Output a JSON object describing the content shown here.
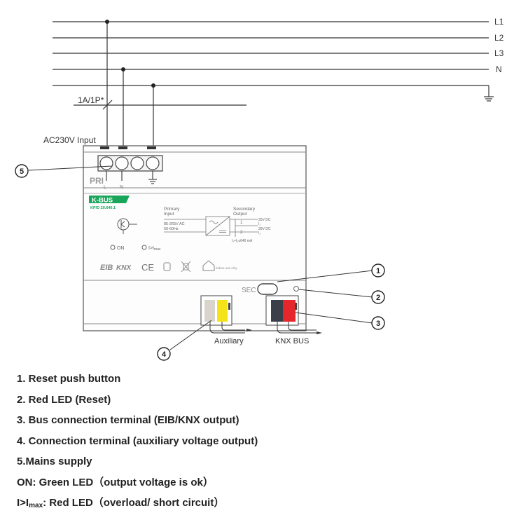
{
  "lines": {
    "l1": "L1",
    "l2": "L2",
    "l3": "L3",
    "n": "N"
  },
  "breaker_label": "1A/1P*",
  "input_label": "AC230V Input",
  "device": {
    "pri": "PRI",
    "term_l": "L",
    "term_n": "N",
    "brand": "K-BUS",
    "model": "KP/D 20.640.1",
    "primary_input": [
      "Primary",
      "Input"
    ],
    "secondary_output": [
      "Secondary",
      "Output"
    ],
    "voltage": "85-265V AC",
    "freq": "50-60Hz",
    "out1_voltage": "30V DC",
    "out1_current": "I₁",
    "out2_voltage": "30V DC",
    "out2_current": "I₂",
    "total_current": "I₁+I₂≤640 mA",
    "term_1": "1",
    "term_2": "2",
    "led_on": "ON",
    "led_imax": "I>I",
    "led_imax_sub": "max",
    "eib": "EIB",
    "knx": "KNX",
    "ce": "CE",
    "indoor": "indoor use only",
    "sec": "SEC",
    "aux_label": "Auxiliary",
    "knx_bus_label": "KNX BUS"
  },
  "callouts": [
    "1",
    "2",
    "3",
    "4",
    "5"
  ],
  "colors": {
    "green": "#1aa65a",
    "red": "#e5262a",
    "yellow": "#f5e31a",
    "dark": "#3b3f4a",
    "grey": "#d9d5cc"
  },
  "legend": {
    "item1": "1. Reset push button",
    "item2": "2. Red LED (Reset)",
    "item3": "3. Bus connection terminal (EIB/KNX output)",
    "item4": "4. Connection terminal (auxiliary voltage output)",
    "item5": "5.Mains supply",
    "on": "ON: Green LED（output voltage is ok）",
    "imax_prefix": "I>I",
    "imax_sub": "max",
    "imax_rest": ": Red LED（overload/ short circuit）"
  }
}
